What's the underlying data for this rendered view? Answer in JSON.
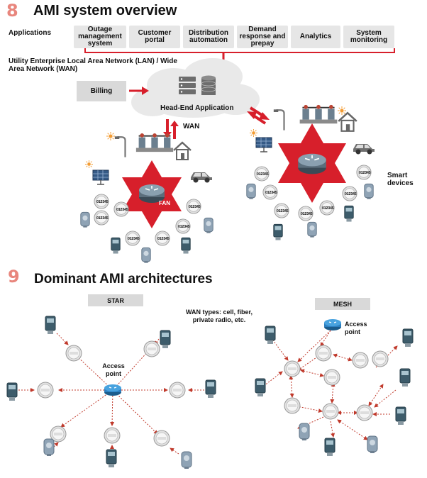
{
  "section8": {
    "number": "8",
    "title": "AMI system overview",
    "applications_label": "Applications",
    "applications": [
      "Outage management system",
      "Customer portal",
      "Distribution automation",
      "Demand response and prepay",
      "Analytics",
      "System monitoring"
    ],
    "lan_label": "Utility Enterprise Local Area Network (LAN) / Wide Area Network (WAN)",
    "billing": "Billing",
    "head_end": "Head-End Application",
    "wan": "WAN",
    "fan": "FAN",
    "smart_devices": "Smart devices",
    "meter_reading": "012345",
    "colors": {
      "accent": "#d71f2b",
      "cloud": "#e9e9e9",
      "box": "#e6e6e6"
    }
  },
  "section9": {
    "number": "9",
    "title": "Dominant AMI architectures",
    "star_label": "STAR",
    "mesh_label": "MESH",
    "wan_types": "WAN types: cell, fiber, private radio, etc.",
    "star_access_point": "Access point",
    "mesh_access_point": "Access point"
  },
  "icons": [
    "router-icon",
    "server-icon",
    "database-icon",
    "meter-icon",
    "utility-meter-icon",
    "solar-panel-icon",
    "street-light-icon",
    "substation-icon",
    "house-icon",
    "car-icon"
  ]
}
